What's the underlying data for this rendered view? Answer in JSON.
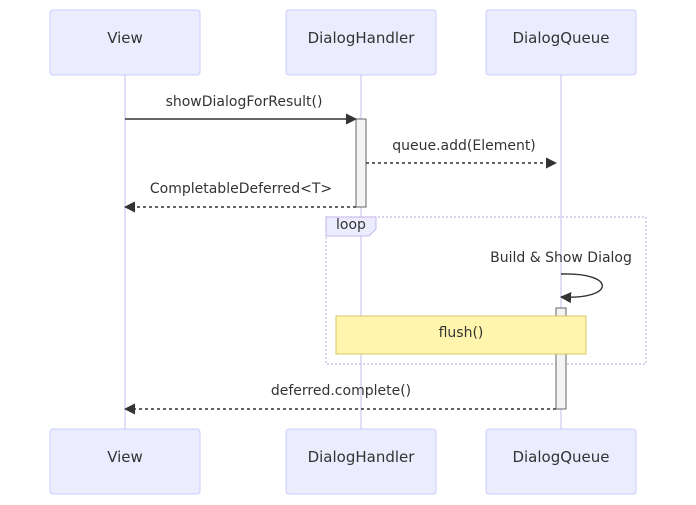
{
  "participants": [
    {
      "id": "view",
      "label": "View"
    },
    {
      "id": "handler",
      "label": "DialogHandler"
    },
    {
      "id": "queue",
      "label": "DialogQueue"
    }
  ],
  "messages": [
    {
      "from": "view",
      "to": "handler",
      "label": "showDialogForResult()",
      "style": "solid"
    },
    {
      "from": "handler",
      "to": "queue",
      "label": "queue.add(Element)",
      "style": "dashed"
    },
    {
      "from": "handler",
      "to": "view",
      "label": "CompletableDeferred<T>",
      "style": "dashed"
    },
    {
      "from": "queue",
      "to": "queue",
      "label": "Build & Show Dialog",
      "style": "solid"
    },
    {
      "from": "queue",
      "to": "view",
      "label": "deferred.complete()",
      "style": "dashed"
    }
  ],
  "loop": {
    "label": "loop"
  },
  "note": {
    "text": "flush()"
  },
  "colors": {
    "actor_fill": "#ececff",
    "actor_border": "#ccccff",
    "lifeline": "#d0c8f0",
    "activation_fill": "#f4f4f4",
    "activation_border": "#666666",
    "message": "#333333",
    "loop_border": "#c8b8e8",
    "note_fill": "#fff5ad",
    "note_border": "#d8c868",
    "text": "#333333"
  }
}
